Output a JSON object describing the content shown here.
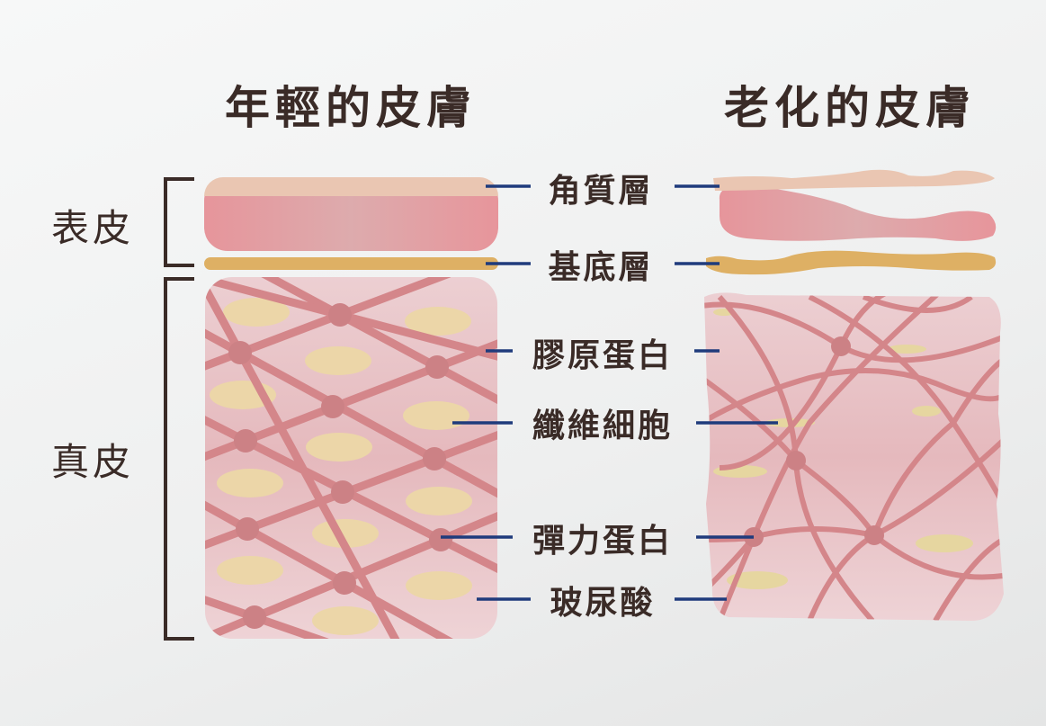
{
  "titles": {
    "young": "年輕的皮膚",
    "aged": "老化的皮膚"
  },
  "side_labels": {
    "epidermis": "表皮",
    "dermis": "真皮"
  },
  "layer_labels": {
    "stratum_corneum": "角質層",
    "basal_layer": "基底層",
    "collagen": "膠原蛋白",
    "fibroblast": "纖維細胞",
    "elastin": "彈力蛋白",
    "hyaluronic_acid": "玻尿酸"
  },
  "colors": {
    "corneum": "#eac6b2",
    "epidermis": "#e3979c",
    "basal": "#deb064",
    "dermis": "#ebcbcf",
    "fiber": "#d4868a",
    "cell": "#ecd6a8",
    "leader": "#1f3b7c",
    "text": "#3a2b27"
  }
}
